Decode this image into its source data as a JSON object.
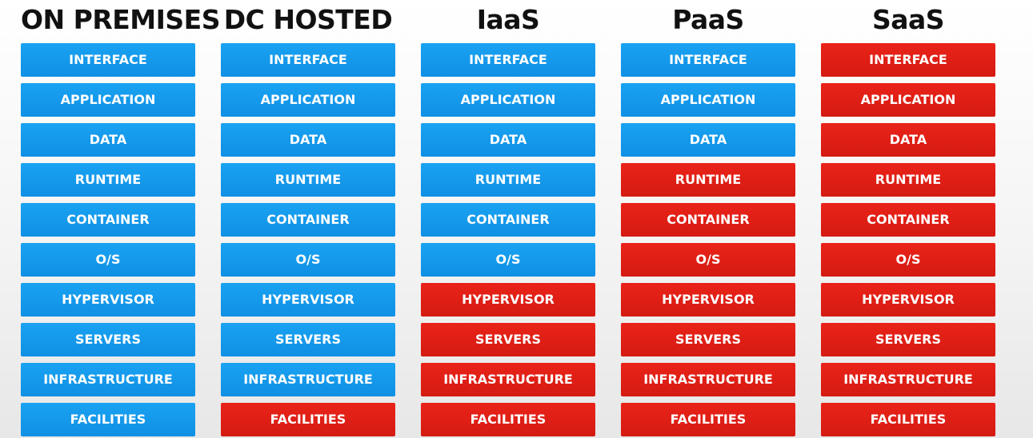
{
  "colors": {
    "customer_managed": "#1597eb",
    "provider_managed": "#e0201a",
    "title_text": "#111111",
    "label_text": "#ffffff"
  },
  "layers": [
    "INTERFACE",
    "APPLICATION",
    "DATA",
    "RUNTIME",
    "CONTAINER",
    "O/S",
    "HYPERVISOR",
    "SERVERS",
    "INFRASTRUCTURE",
    "FACILITIES"
  ],
  "columns": [
    {
      "title": "ON PREMISES",
      "managed": [
        "blue",
        "blue",
        "blue",
        "blue",
        "blue",
        "blue",
        "blue",
        "blue",
        "blue",
        "blue"
      ]
    },
    {
      "title": "DC HOSTED",
      "managed": [
        "blue",
        "blue",
        "blue",
        "blue",
        "blue",
        "blue",
        "blue",
        "blue",
        "blue",
        "red"
      ]
    },
    {
      "title": "IaaS",
      "managed": [
        "blue",
        "blue",
        "blue",
        "blue",
        "blue",
        "blue",
        "red",
        "red",
        "red",
        "red"
      ]
    },
    {
      "title": "PaaS",
      "managed": [
        "blue",
        "blue",
        "blue",
        "red",
        "red",
        "red",
        "red",
        "red",
        "red",
        "red"
      ]
    },
    {
      "title": "SaaS",
      "managed": [
        "red",
        "red",
        "red",
        "red",
        "red",
        "red",
        "red",
        "red",
        "red",
        "red"
      ]
    }
  ]
}
